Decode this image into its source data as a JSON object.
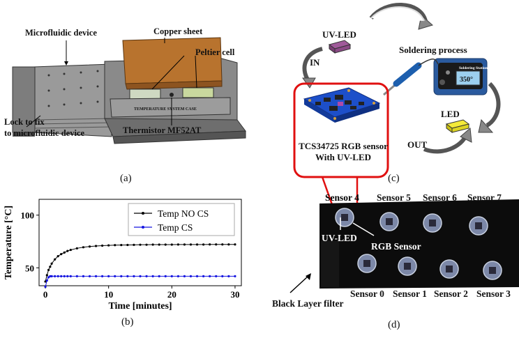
{
  "panel_a": {
    "labels": {
      "microfluidic": "Microfluidic device",
      "copper": "Copper sheet",
      "peltier": "Peltier cell",
      "lock_line1": "Lock to fix",
      "lock_line2": "to microfluidic device",
      "thermistor": "Thermistor MF52AT",
      "case_text": "TEMPERATURE SYSTEM CASE"
    },
    "caption": "(a)"
  },
  "panel_b": {
    "caption": "(b)"
  },
  "panel_c": {
    "labels": {
      "uv_led": "UV-LED",
      "soldering": "Soldering process",
      "station": "Soldering Station",
      "temp_display": "350°",
      "in": "IN",
      "out": "OUT",
      "led": "LED",
      "sensor_line1": "TCS34725 RGB sensor",
      "sensor_line2": "With UV-LED"
    },
    "caption": "(c)"
  },
  "panel_d": {
    "top_sensors": [
      "Sensor 4",
      "Sensor 5",
      "Sensor 6",
      "Sensor 7"
    ],
    "bottom_sensors": [
      "Sensor 0",
      "Sensor 1",
      "Sensor 2",
      "Sensor 3"
    ],
    "uv_led": "UV-LED",
    "rgb_sensor": "RGB Sensor",
    "black_layer": "Black Layer filter",
    "caption": "(d)"
  },
  "chart_data": {
    "type": "line",
    "xlabel": "Time [minutes]",
    "ylabel": "Temperature [°C]",
    "xlim": [
      -1,
      31
    ],
    "ylim": [
      33,
      115
    ],
    "xticks": [
      0,
      10,
      20,
      30
    ],
    "yticks": [
      50,
      100
    ],
    "legend": "top-right",
    "series": [
      {
        "name": "Temp NO CS",
        "color": "#000000",
        "x": [
          0,
          0.25,
          0.5,
          0.75,
          1,
          1.5,
          2,
          2.5,
          3,
          3.5,
          4,
          5,
          6,
          7,
          8,
          9,
          10,
          11,
          12,
          13,
          14,
          15,
          16,
          17,
          18,
          19,
          20,
          21,
          22,
          23,
          24,
          25,
          26,
          27,
          28,
          29,
          30
        ],
        "y": [
          37,
          43,
          48,
          51,
          54,
          58,
          61,
          63,
          64.5,
          66,
          67,
          68.5,
          69.5,
          70.2,
          70.7,
          71,
          71.3,
          71.5,
          71.6,
          71.7,
          71.8,
          71.9,
          71.9,
          72,
          72,
          72,
          72,
          72.1,
          72.1,
          72.1,
          72.1,
          72.1,
          72.2,
          72.2,
          72.2,
          72.2,
          72.2
        ]
      },
      {
        "name": "Temp CS",
        "color": "#1515e0",
        "x": [
          0,
          0.25,
          0.5,
          0.75,
          1,
          1.5,
          2,
          2.5,
          3,
          3.5,
          4,
          5,
          6,
          7,
          8,
          9,
          10,
          11,
          12,
          13,
          14,
          15,
          16,
          17,
          18,
          19,
          20,
          21,
          22,
          23,
          24,
          25,
          26,
          27,
          28,
          29,
          30
        ],
        "y": [
          32,
          38,
          41,
          42,
          42,
          42,
          42,
          42,
          42,
          42,
          42,
          42,
          42,
          42,
          42,
          42,
          42,
          42,
          42,
          42,
          42,
          42,
          42,
          42,
          42,
          42,
          42,
          42,
          42,
          42,
          42,
          42,
          42,
          42,
          42,
          42,
          42
        ]
      }
    ]
  }
}
